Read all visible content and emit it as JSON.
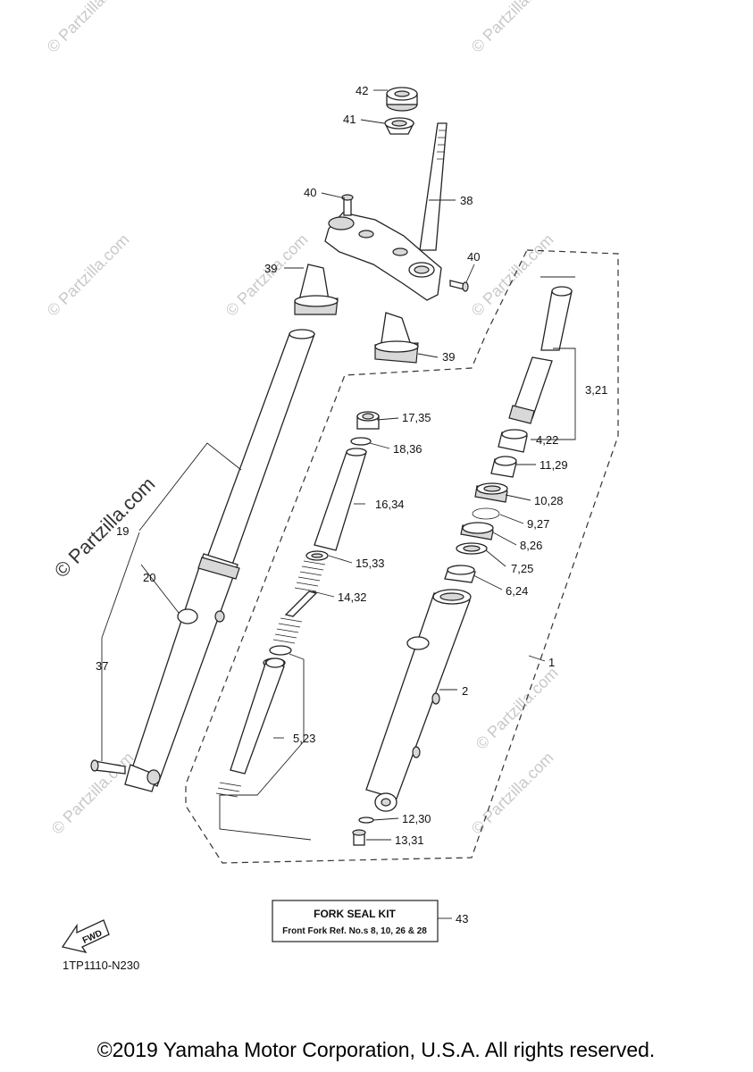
{
  "watermark": {
    "main": "© Partzilla.com",
    "small": "© Partzilla.com"
  },
  "callouts": {
    "c42": "42",
    "c41": "41",
    "c40a": "40",
    "c38": "38",
    "c40b": "40",
    "c39a": "39",
    "c39b": "39",
    "c17_35": "17,35",
    "c18_36": "18,36",
    "c3_21": "3,21",
    "c4_22": "4,22",
    "c11_29": "11,29",
    "c16_34": "16,34",
    "c10_28": "10,28",
    "c9_27": "9,27",
    "c8_26": "8,26",
    "c19": "19",
    "c15_33": "15,33",
    "c7_25": "7,25",
    "c20": "20",
    "c6_24": "6,24",
    "c14_32": "14,32",
    "c1": "1",
    "c37": "37",
    "c2": "2",
    "c5_23": "5,23",
    "c12_30": "12,30",
    "c13_31": "13,31",
    "c43": "43"
  },
  "kit": {
    "title": "FORK SEAL KIT",
    "subtitle": "Front Fork Ref. No.s  8, 10, 26 & 28"
  },
  "fwd_label": "FWD",
  "diagram_code": "1TP1110-N230",
  "footer": "©2019 Yamaha Motor Corporation, U.S.A. All rights reserved."
}
